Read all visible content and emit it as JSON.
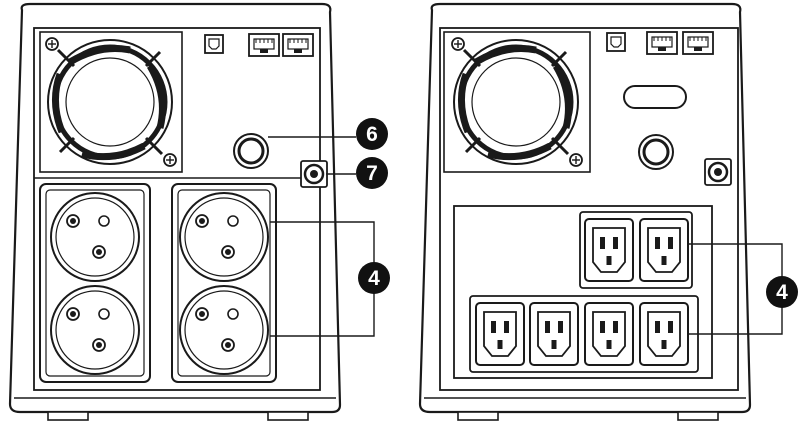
{
  "callouts": {
    "six": "6",
    "seven": "7",
    "four_left": "4",
    "four_right": "4"
  },
  "colors": {
    "line": "#1a1a1a",
    "panel": "#ffffff",
    "callout_fill": "#111111",
    "callout_text": "#ffffff"
  },
  "units": [
    {
      "outlet_type": "schuko-socket",
      "outlet_count": 4
    },
    {
      "outlet_type": "iec-c13-socket",
      "outlet_count": 6
    }
  ]
}
